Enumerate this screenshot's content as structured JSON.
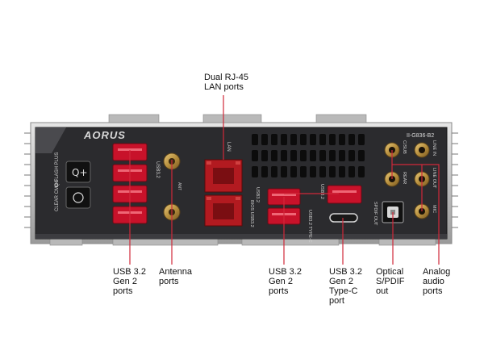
{
  "panel": {
    "brand": "AORUS",
    "model": "II-G836-B2",
    "left_usb_label": "USB3.2",
    "qflash_label": "Q-FLASH PLUS",
    "clear_cmos_label": "CLEAR CMOS",
    "ant_label": "ANT",
    "lan_label": "LAN",
    "mid_usb_label_a": "USB3.2",
    "mid_usb_label_b": "BIOS USB3.2",
    "usb_upper_label": "USB3.2",
    "typec_label": "USB3.2 TYPE-C",
    "spdif_label": "SPDIF OUT",
    "c_sub_label": "C/SUB",
    "rear_label": "REAR",
    "line_in_label": "LINE IN",
    "line_out_label": "LINE OUT",
    "mic_label": "MIC"
  },
  "callouts": {
    "lan": "Dual RJ-45\nLAN ports",
    "usb_left": "USB 3.2\nGen 2\nports",
    "antenna": "Antenna\nports",
    "usb_mid": "USB 3.2\nGen 2\nports",
    "usb_typec": "USB 3.2\nGen 2\nType-C\nport",
    "spdif": "Optical\nS/PDIF\nout",
    "audio": "Analog\naudio\nports"
  },
  "colors": {
    "panel": "#2b2b2e",
    "usb_red": "#c8122a",
    "leader_red": "#d0283a",
    "gold": "#c7a04a"
  }
}
